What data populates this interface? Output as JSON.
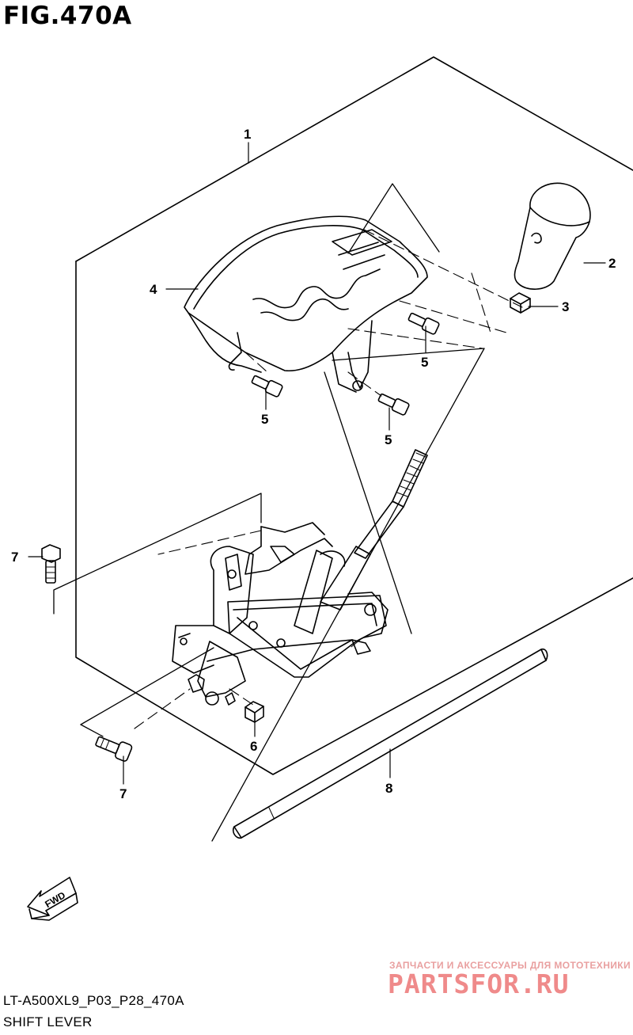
{
  "figure": {
    "title": "FIG.470A",
    "code": "LT-A500XL9_P03_P28_470A",
    "name": "SHIFT LEVER"
  },
  "callouts": {
    "c1": "1",
    "c2": "2",
    "c3": "3",
    "c4": "4",
    "c5a": "5",
    "c5b": "5",
    "c5c": "5",
    "c6": "6",
    "c7a": "7",
    "c7b": "7",
    "c8": "8"
  },
  "fwd_label": "FWD",
  "watermark": {
    "tagline": "ЗАПЧАСТИ И АКСЕССУАРЫ ДЛЯ МОТОТЕХНИКИ",
    "logo": "PARTSFOR.RU"
  },
  "colors": {
    "line": "#000000",
    "watermark": "#ef8a8a"
  }
}
